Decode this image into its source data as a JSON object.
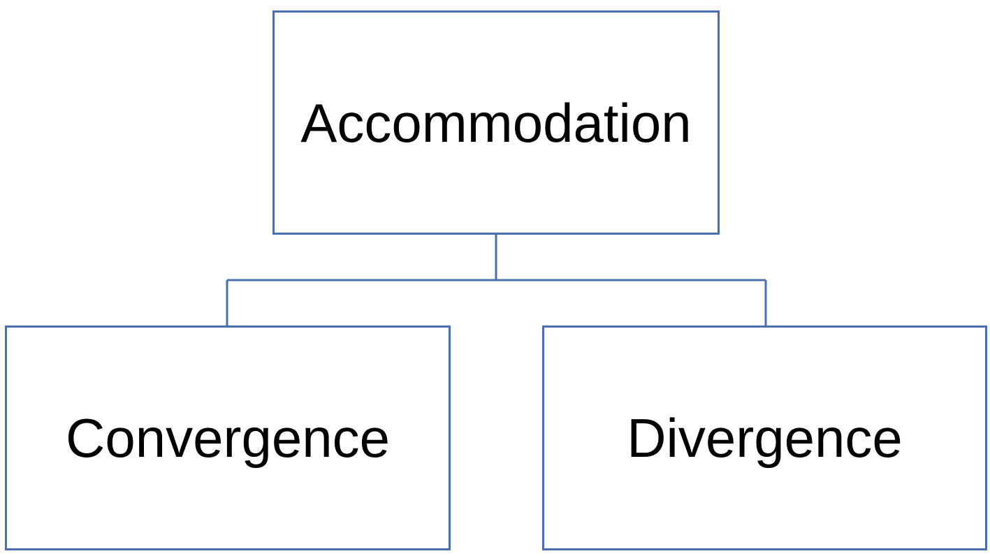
{
  "diagram": {
    "type": "hierarchy",
    "colors": {
      "border": "#4a6fb0",
      "text": "#000000",
      "background": "#ffffff"
    },
    "root": {
      "label": "Accommodation"
    },
    "children": [
      {
        "label": "Convergence"
      },
      {
        "label": "Divergence"
      }
    ]
  }
}
